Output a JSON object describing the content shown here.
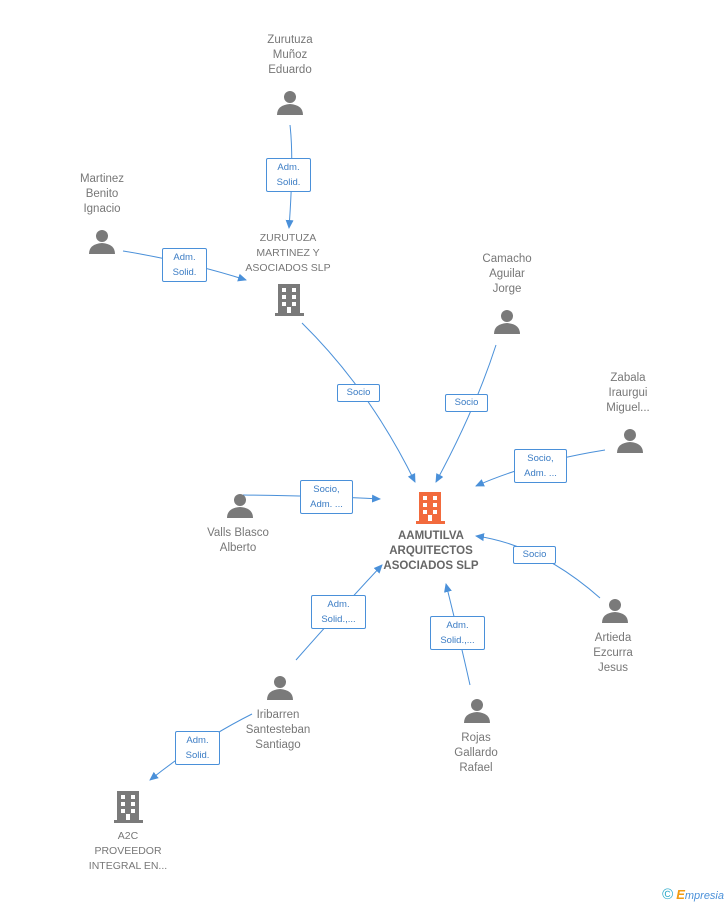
{
  "colors": {
    "edge": "#4a90d9",
    "person": "#7a7a7a",
    "company": "#7a7a7a",
    "main_company": "#f26a3d"
  },
  "main": {
    "name": "AAMUTILVA\nARQUITECTOS\nASOCIADOS SLP",
    "icon": "building-icon"
  },
  "nodes": {
    "zurutuza_eduardo": {
      "label": "Zurutuza\nMuñoz\nEduardo",
      "icon": "person-icon"
    },
    "martinez_ignacio": {
      "label": "Martinez\nBenito\nIgnacio",
      "icon": "person-icon"
    },
    "zurutuza_slp": {
      "label": "ZURUTUZA\nMARTINEZ Y\nASOCIADOS SLP",
      "icon": "building-icon"
    },
    "camacho_jorge": {
      "label": "Camacho\nAguilar\nJorge",
      "icon": "person-icon"
    },
    "zabala_miguel": {
      "label": "Zabala\nIraurgui\nMiguel...",
      "icon": "person-icon"
    },
    "valls_alberto": {
      "label": "Valls Blasco\nAlberto",
      "icon": "person-icon"
    },
    "artieda_jesus": {
      "label": "Artieda\nEzcurra\nJesus",
      "icon": "person-icon"
    },
    "iribarren_santiago": {
      "label": "Iribarren\nSantesteban\nSantiago",
      "icon": "person-icon"
    },
    "rojas_rafael": {
      "label": "Rojas\nGallardo\nRafael",
      "icon": "person-icon"
    },
    "a2c": {
      "label": "A2C\nPROVEEDOR\nINTEGRAL EN...",
      "icon": "building-icon"
    }
  },
  "relations": {
    "r1": "Adm.\nSolid.",
    "r2": "Adm.\nSolid.",
    "r3": "Socio",
    "r4": "Socio",
    "r5": "Socio,\nAdm. ...",
    "r6": "Socio,\nAdm. ...",
    "r7": "Socio",
    "r8": "Adm.\nSolid.,...",
    "r9": "Adm.\nSolid.,...",
    "r10": "Adm.\nSolid."
  },
  "brand": {
    "copyright": "©",
    "e": "E",
    "rest": "mpresia"
  }
}
